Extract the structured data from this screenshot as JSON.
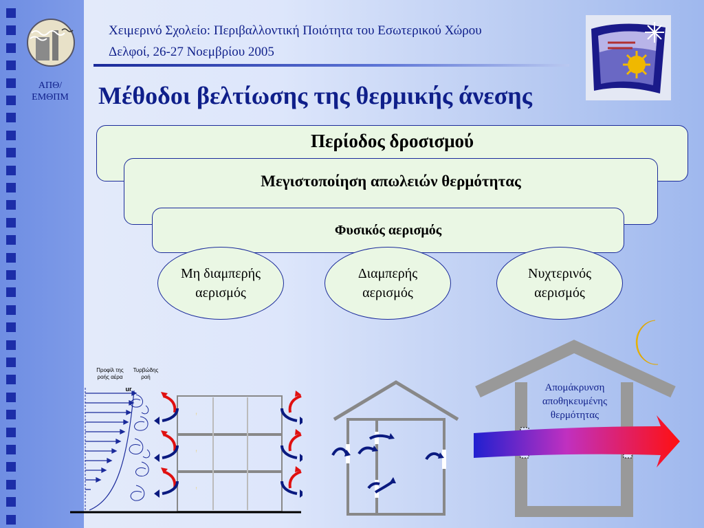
{
  "header": {
    "line1": "Χειμερινό Σχολείο: Περιβαλλοντική Ποιότητα του Εσωτερικού Χώρου",
    "line2": "Δελφοί, 26-27 Νοεμβρίου 2005"
  },
  "sidebar": {
    "label": "ΑΠΘ/\nΕΜΘΠΜ",
    "square_count": 30,
    "square_color": "#1c2ea8"
  },
  "title": "Μέθοδοι βελτίωσης της θερμικής άνεσης",
  "diagram": {
    "level1": "Περίοδος δροσισμού",
    "level2": "Μεγιστοποίηση απωλειών θερμότητας",
    "level3": "Φυσικός αερισμός",
    "options": [
      "Μη διαμπερής\nαερισμός",
      "Διαμπερής\nαερισμός",
      "Νυχτερινός\nαερισμός"
    ]
  },
  "illustrations": {
    "left": {
      "profile_label": "Προφίλ της\nροής αέρα",
      "turbulent_label": "Τυρβώδης\nροή",
      "velocity_label": "ur"
    },
    "right": {
      "removal_label": "Απομάκρυνση\nαποθηκευμένης\nθερμότητας",
      "moon_icon": "moon-icon"
    }
  },
  "colors": {
    "accent": "#0f1f8a",
    "box_fill": "#eaf7e4",
    "warm_arrow": "#e01010",
    "cool_arrow": "#0a1a80"
  }
}
